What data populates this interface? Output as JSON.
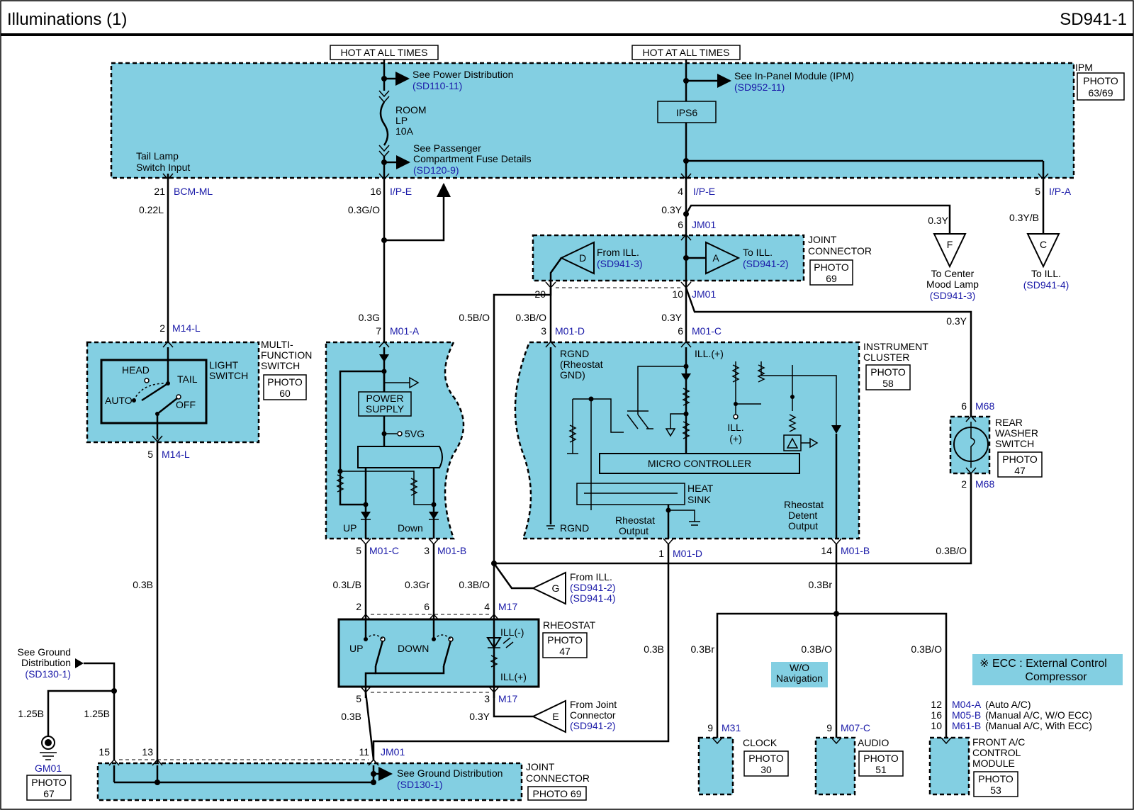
{
  "title": "Illuminations (1)",
  "page_code": "SD941-1",
  "hot_label": "HOT AT ALL TIMES",
  "photo_word": "PHOTO",
  "ipm": {
    "name": "IPM",
    "photo": "63/69",
    "power_dist": "See Power Distribution",
    "power_dist_ref": "(SD110-11)",
    "ipm_ref_text": "See In-Panel Module (IPM)",
    "ipm_ref": "(SD952-11)",
    "fuse_l1": "ROOM",
    "fuse_l2": "LP",
    "fuse_l3": "10A",
    "pass_l1": "See Passenger",
    "pass_l2": "Compartment Fuse Details",
    "pass_ref": "(SD120-9)",
    "ips": "IPS6",
    "tail_l1": "Tail Lamp",
    "tail_l2": "Switch Input"
  },
  "pins": {
    "p21": "21",
    "bcm": "BCM-ML",
    "p16": "16",
    "ipe": "I/P-E",
    "p4": "4",
    "p5": "5",
    "ipa": "I/P-A",
    "p6": "6",
    "jm01": "JM01",
    "p20": "20",
    "p10": "10",
    "p2": "2",
    "m14l": "M14-L",
    "p7": "7",
    "m01a": "M01-A",
    "p3": "3",
    "m01d": "M01-D",
    "m01c": "M01-C",
    "m68": "M68",
    "m01b": "M01-B",
    "p1": "1",
    "p14": "14",
    "m17": "M17",
    "p15": "15",
    "p13": "13",
    "p11": "11",
    "p9": "9",
    "m31": "M31",
    "m07c": "M07-C",
    "p12": "12",
    "m04a": "M04-A",
    "m05b": "M05-B",
    "m61b": "M61-B"
  },
  "wires": {
    "w022l": "0.22L",
    "w03go": "0.3G/O",
    "w03y": "0.3Y",
    "w03yb": "0.3Y/B",
    "w03g": "0.3G",
    "w05bo": "0.5B/O",
    "w03bo": "0.3B/O",
    "w03b": "0.3B",
    "w03lb": "0.3L/B",
    "w03gr": "0.3Gr",
    "w03br": "0.3Br",
    "w125b": "1.25B"
  },
  "joint_top": {
    "l1": "JOINT",
    "l2": "CONNECTOR",
    "photo": "69",
    "from_d": "From ILL.",
    "from_d_ref": "(SD941-3)",
    "to_a": "To ILL.",
    "to_a_ref": "(SD941-2)"
  },
  "conn_labels": {
    "d": "D",
    "a": "A",
    "f": "F",
    "c": "C",
    "g": "G",
    "e": "E"
  },
  "center_mood": {
    "l1": "To Center",
    "l2": "Mood Lamp",
    "ref": "(SD941-3)"
  },
  "to_ill_c": {
    "l1": "To ILL.",
    "ref": "(SD941-4)"
  },
  "mfs": {
    "l1": "MULTI-",
    "l2": "FUNCTION",
    "l3": "SWITCH",
    "photo": "60",
    "ls1": "LIGHT",
    "ls2": "SWITCH",
    "head": "HEAD",
    "tail": "TAIL",
    "auto": "AUTO",
    "off": "OFF"
  },
  "ps": {
    "l1": "POWER",
    "l2": "SUPPLY",
    "v5": "5VG",
    "up": "UP",
    "down": "Down"
  },
  "ic": {
    "l1": "INSTRUMENT",
    "l2": "CLUSTER",
    "photo": "58",
    "rgnd1": "RGND",
    "rgnd2": "(Rheostat",
    "rgnd3": "GND)",
    "illp": "ILL.(+)",
    "ill1": "ILL.",
    "ill2": "(+)",
    "micro": "MICRO CONTROLLER",
    "hs1": "HEAT",
    "hs2": "SINK",
    "rgnd": "RGND",
    "ro1": "Rheostat",
    "ro2": "Output",
    "rd1": "Rheostat",
    "rd2": "Detent",
    "rd3": "Output"
  },
  "rws": {
    "l1": "REAR",
    "l2": "WASHER",
    "l3": "SWITCH",
    "photo": "47"
  },
  "from_g": {
    "l1": "From ILL.",
    "r1": "(SD941-2)",
    "r2": "(SD941-4)"
  },
  "rheo": {
    "name": "RHEOSTAT",
    "photo": "47",
    "up": "UP",
    "down": "DOWN",
    "illm": "ILL(-)",
    "illp": "ILL(+)"
  },
  "from_e": {
    "l1": "From Joint",
    "l2": "Connector",
    "ref": "(SD941-2)"
  },
  "gnd_ref": {
    "l1": "See Ground",
    "l2": "Distribution",
    "ref": "(SD130-1)"
  },
  "gm01": {
    "name": "GM01",
    "photo": "67"
  },
  "joint_bot": {
    "l1": "JOINT",
    "l2": "CONNECTOR",
    "photo": "PHOTO 69",
    "gd": "See Ground Distribution",
    "gd_ref": "(SD130-1)"
  },
  "wo_nav": {
    "l1": "W/O",
    "l2": "Navigation"
  },
  "ecc": {
    "l1": "※ ECC : External Control",
    "l2": "Compressor"
  },
  "clock": {
    "name": "CLOCK",
    "photo": "30"
  },
  "audio": {
    "name": "AUDIO",
    "photo": "51"
  },
  "fac": {
    "l1": "FRONT A/C",
    "l2": "CONTROL",
    "l3": "MODULE",
    "photo": "53",
    "n1": "(Auto A/C)",
    "n2": "(Manual A/C, W/O ECC)",
    "n3": "(Manual A/C, With ECC)"
  }
}
